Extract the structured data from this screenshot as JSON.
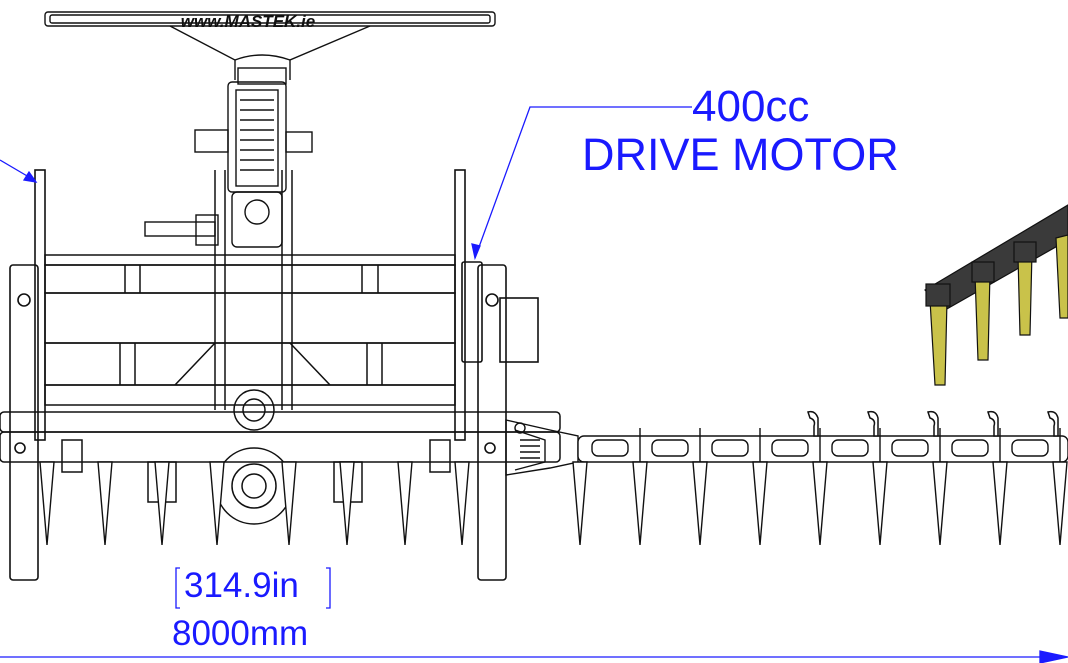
{
  "brand": {
    "url": "www.MASTEK.ie"
  },
  "annotations": {
    "motor_capacity": "400cc",
    "motor_label": "DRIVE MOTOR",
    "dimension_inches": "314.9in",
    "dimension_mm": "8000mm"
  },
  "colors": {
    "line": "#111111",
    "annotation": "#1a1aff",
    "tine_fill": "#c9c24a",
    "tine_dark": "#3a3a3a"
  }
}
